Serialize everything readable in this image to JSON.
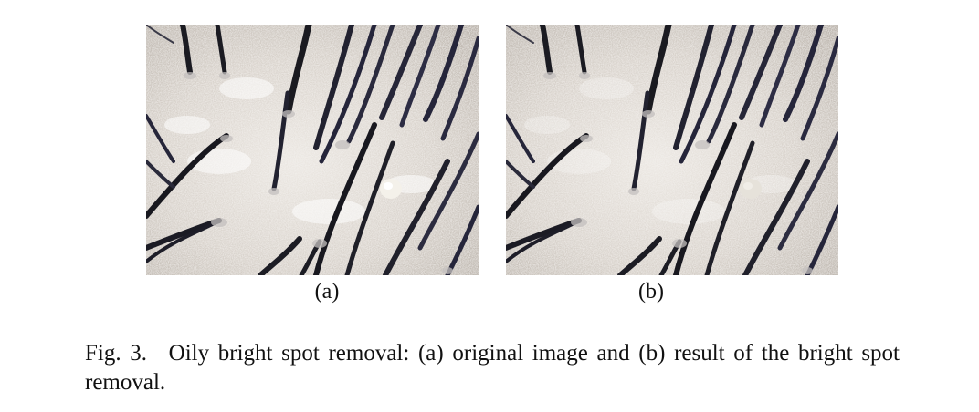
{
  "figure": {
    "panels": [
      {
        "label": "(a)"
      },
      {
        "label": "(b)"
      }
    ],
    "caption_label": "Fig. 3.",
    "caption_text": "Oily bright spot removal: (a) original image and (b) result of the bright spot removal."
  }
}
